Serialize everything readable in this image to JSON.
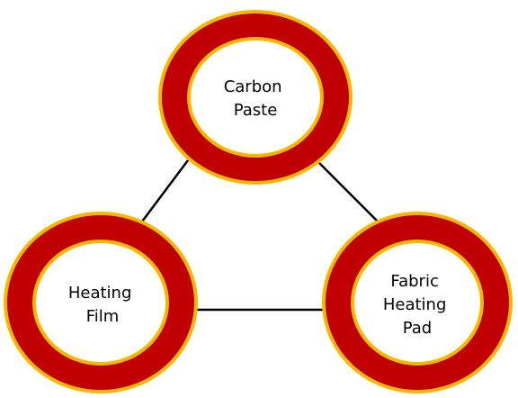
{
  "nodes": [
    {
      "id": "carbon-paste",
      "lines": [
        "Carbon",
        "Paste"
      ]
    },
    {
      "id": "heating-film",
      "lines": [
        "Heating",
        "Film"
      ]
    },
    {
      "id": "fabric-heating-pad",
      "lines": [
        "Fabric",
        "Heating",
        "Pad"
      ]
    }
  ],
  "edges": [
    [
      "carbon-paste",
      "heating-film"
    ],
    [
      "carbon-paste",
      "fabric-heating-pad"
    ],
    [
      "heating-film",
      "fabric-heating-pad"
    ]
  ],
  "colors": {
    "ring": "#c00000",
    "ring_border": "#f5b800",
    "center": "#ffffff",
    "connector": "#000000"
  }
}
